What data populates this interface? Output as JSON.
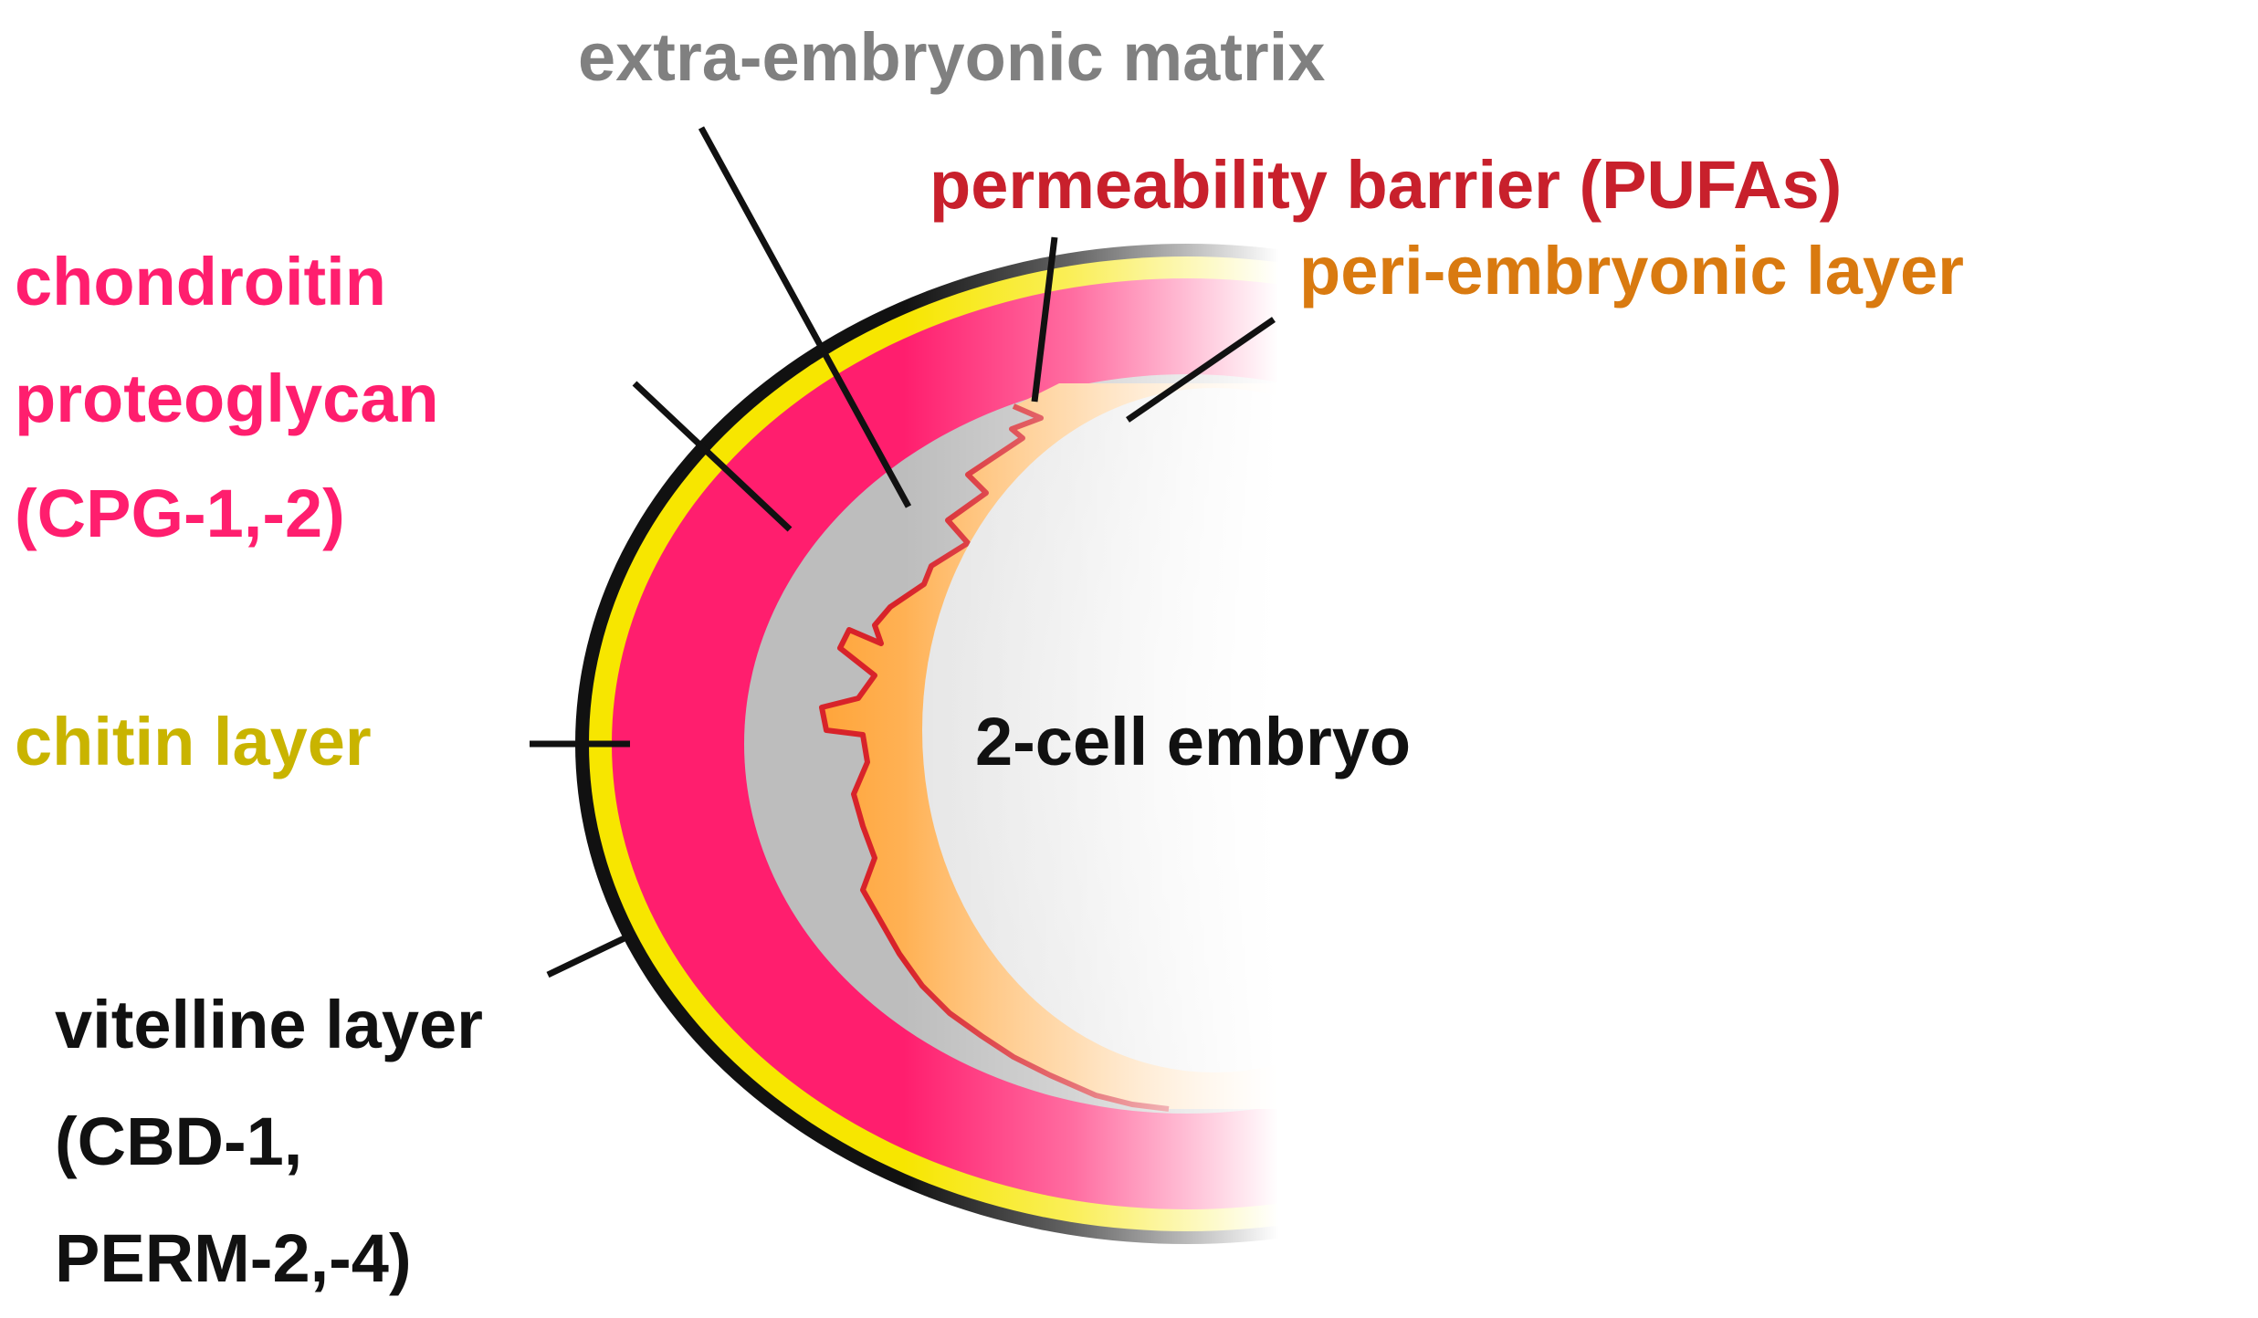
{
  "labels": {
    "extra_embryonic_matrix": "extra-embryonic matrix",
    "permeability_barrier": "permeability barrier (PUFAs)",
    "peri_embryonic_layer": "peri-embryonic layer",
    "chondroitin": [
      "chondroitin",
      "proteoglycan",
      "(CPG-1,-2)"
    ],
    "chitin_layer": "chitin layer",
    "embryo": "2-cell embryo",
    "vitelline": [
      "vitelline layer",
      "(CBD-1,",
      "PERM-2,-4)"
    ]
  },
  "colors": {
    "vitelline": "#111111",
    "chitin": "#f7e600",
    "chondroitin": "#ff1e6e",
    "extra_embryonic_matrix": "#bdbdbd",
    "permeability_barrier": "#d8232a",
    "peri_embryonic": "#ff9e3d",
    "embryo": "#ececec",
    "chondroitin_text": "#ff1e6e",
    "extra_text": "#808080",
    "permeability_text": "#c8202c",
    "peri_text": "#d97a10",
    "chitin_text": "#c9b400",
    "black_text": "#111111"
  }
}
